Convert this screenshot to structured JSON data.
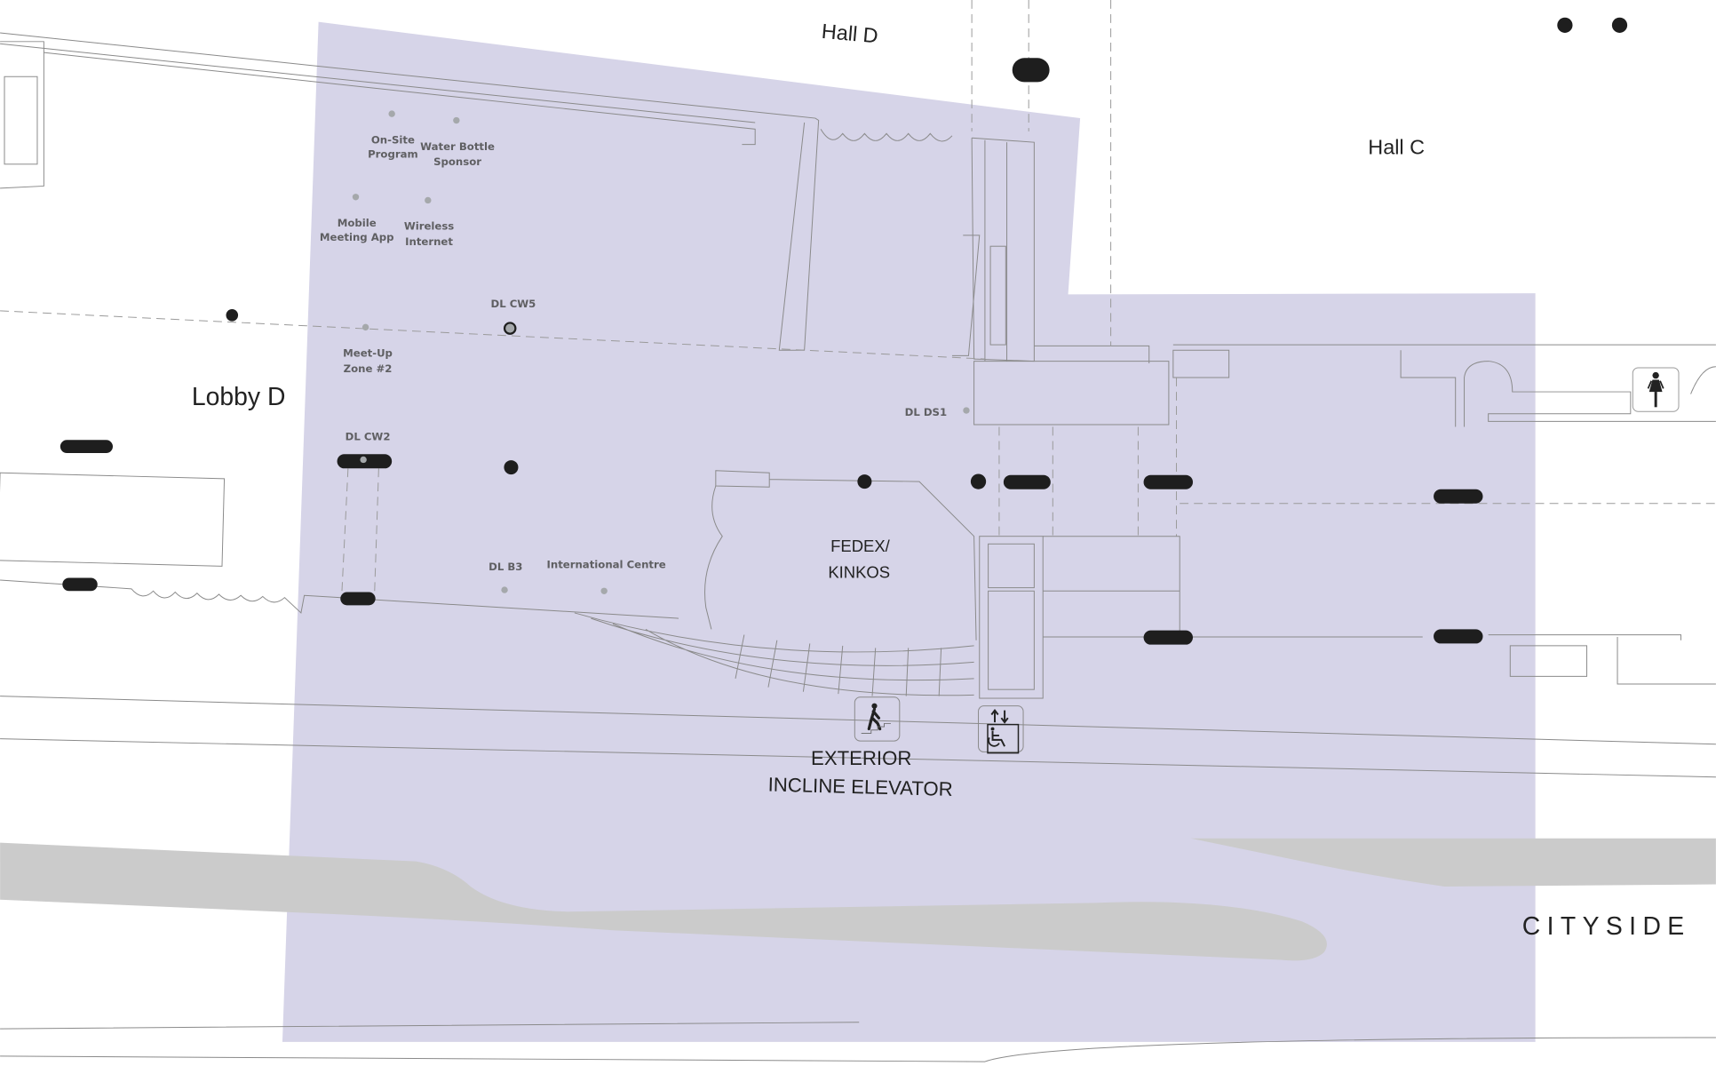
{
  "areas": {
    "hall_d": "Hall D",
    "hall_c": "Hall C",
    "lobby_d": "Lobby D",
    "fedex_line1": "FEDEX/",
    "fedex_line2": "KINKOS",
    "exterior_line1": "EXTERIOR",
    "exterior_line2": "INCLINE ELEVATOR",
    "cityside": "CITYSIDE"
  },
  "points": {
    "onsite_1": "On-Site",
    "onsite_2": "Program",
    "water_1": "Water Bottle",
    "water_2": "Sponsor",
    "mobile_1": "Mobile",
    "mobile_2": "Meeting App",
    "wireless_1": "Wireless",
    "wireless_2": "Internet",
    "dl_cw5": "DL CW5",
    "meetup_1": "Meet-Up",
    "meetup_2": "Zone #2",
    "dl_cw2": "DL CW2",
    "dl_ds1": "DL DS1",
    "dl_b3": "DL B3",
    "international": "International Centre"
  },
  "icons": [
    "stairs-icon",
    "accessible-elevator-icon",
    "womens-restroom-icon"
  ],
  "colors": {
    "zone": "#d6d4e8",
    "road": "#cbcbcb",
    "pin": "#a5a8ab",
    "marker": "#1e1e1e"
  }
}
